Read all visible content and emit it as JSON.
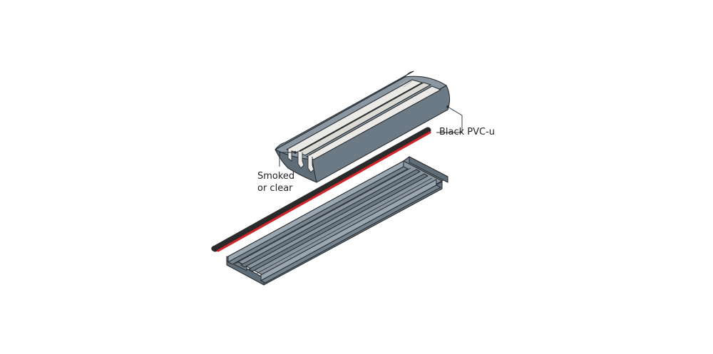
{
  "labels": {
    "black_pvc": "Black PVC-u",
    "smoked_line1": "Smoked",
    "smoked_line2": "or clear"
  },
  "colors": {
    "pvc_grey": "#7d8b96",
    "pvc_grey_dark": "#5f6d78",
    "pvc_grey_light": "#9aa6b0",
    "insert_clear": "#eceae6",
    "outline": "#2b2f33",
    "seal_red": "#d2262c",
    "seal_black": "#2a2a2a"
  },
  "icons": {
    "cover": "cover-profile-illustration",
    "base": "base-channel-illustration",
    "seal": "seal-strip-illustration"
  }
}
